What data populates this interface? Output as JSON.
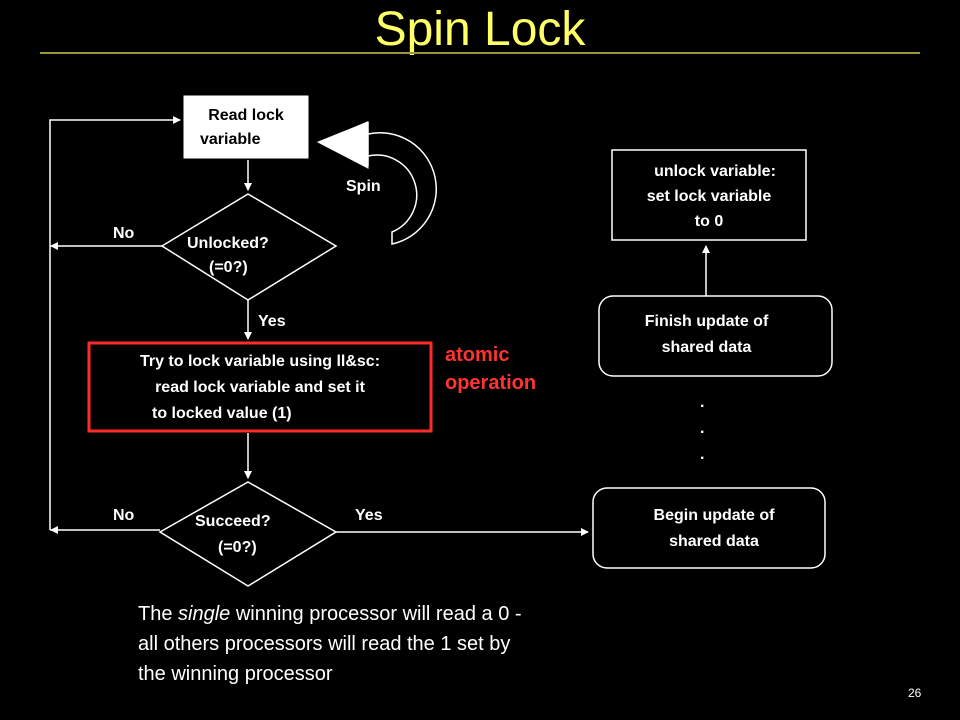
{
  "slide": {
    "title": "Spin Lock",
    "page_number": "26",
    "accent_color": "#ffff66",
    "title_rule_color": "#9a9a3a",
    "highlight_color": "#ff3333"
  },
  "flowchart": {
    "read_box": {
      "line1": "Read lock",
      "line2": "variable"
    },
    "spin_label": "Spin",
    "unlocked_decision": {
      "line1": "Unlocked?",
      "line2": "(=0?)",
      "no_label": "No",
      "yes_label": "Yes"
    },
    "try_lock_box": {
      "line1": "Try to lock variable using ll&sc:",
      "line2": "read lock variable and set it",
      "line3": "to locked value (1)"
    },
    "atomic_label": {
      "line1": "atomic",
      "line2": "operation"
    },
    "succeed_decision": {
      "line1": "Succeed?",
      "line2": "(=0?)",
      "no_label": "No",
      "yes_label": "Yes"
    },
    "begin_update_box": {
      "line1": "Begin update of",
      "line2": "shared data"
    },
    "ellipsis": ".",
    "finish_update_box": {
      "line1": "Finish update of",
      "line2": "shared data"
    },
    "unlock_box": {
      "line1": "unlock variable:",
      "line2": "set lock variable",
      "line3": "to 0"
    }
  },
  "caption": {
    "pre": "The ",
    "italic": "single",
    "line1_rest": " winning processor will read a 0 -",
    "line2": "all others processors will read the 1 set by",
    "line3": "the winning processor"
  }
}
